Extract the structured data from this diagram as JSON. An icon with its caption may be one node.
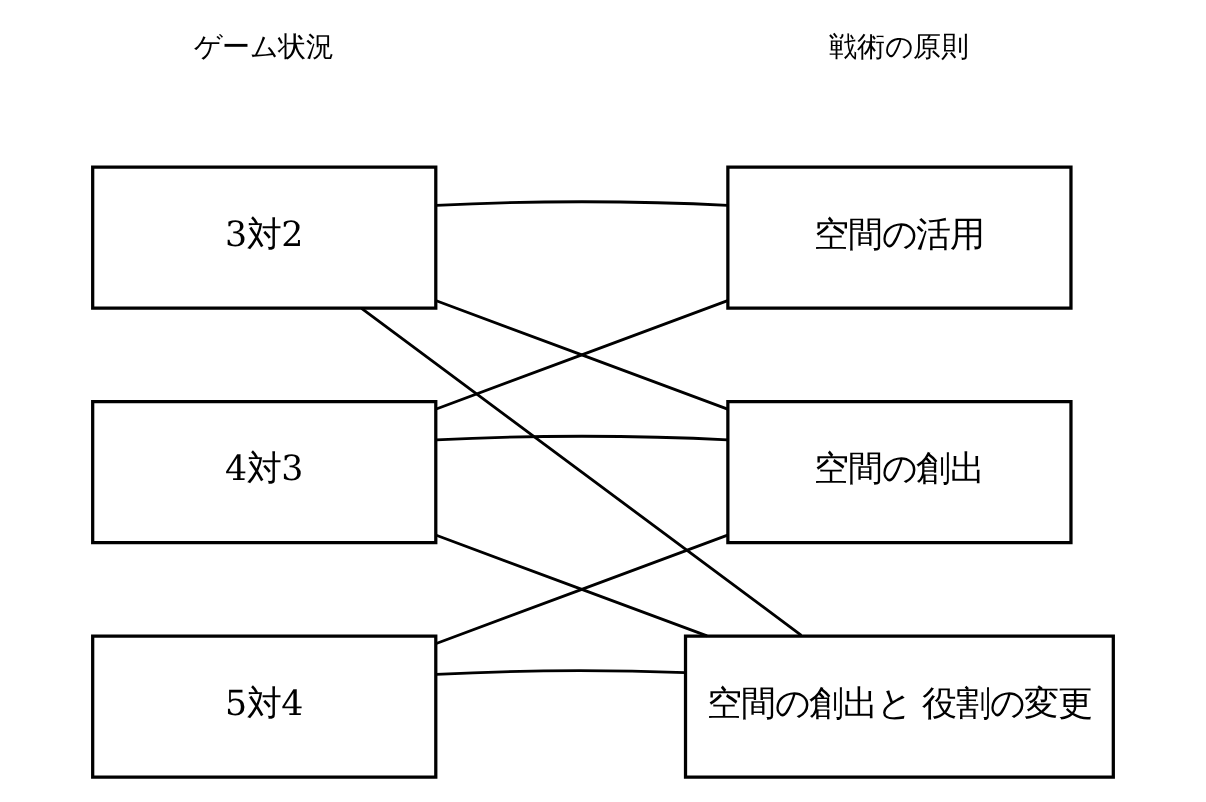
{
  "diagram": {
    "nodes": [
      {
        "text": [
          "3対2"
        ]
      },
      {
        "text": [
          "4対3"
        ]
      },
      {
        "text": [
          "5対4"
        ]
      },
      {
        "text": [
          "空間の活用"
        ]
      },
      {
        "text": [
          "空間の創出"
        ]
      },
      {
        "text": [
          "空間の創出と 役割の変更"
        ]
      }
    ],
    "edges": [
      {
        "from": 0,
        "to": 3,
        "arrow": "none"
      },
      {
        "from": 0,
        "to": 4,
        "arrow": "none"
      },
      {
        "from": 0,
        "to": 5,
        "arrow": "none"
      },
      {
        "from": 1,
        "to": 3,
        "arrow": "none"
      },
      {
        "from": 1,
        "to": 4,
        "arrow": "none"
      },
      {
        "from": 1,
        "to": 5,
        "arrow": "none"
      },
      {
        "from": 2,
        "to": 4,
        "arrow": "none"
      },
      {
        "from": 2,
        "to": 5,
        "arrow": "none"
      }
    ],
    "labels": [
      "ゲーム状況",
      "戦術の原則"
    ]
  }
}
